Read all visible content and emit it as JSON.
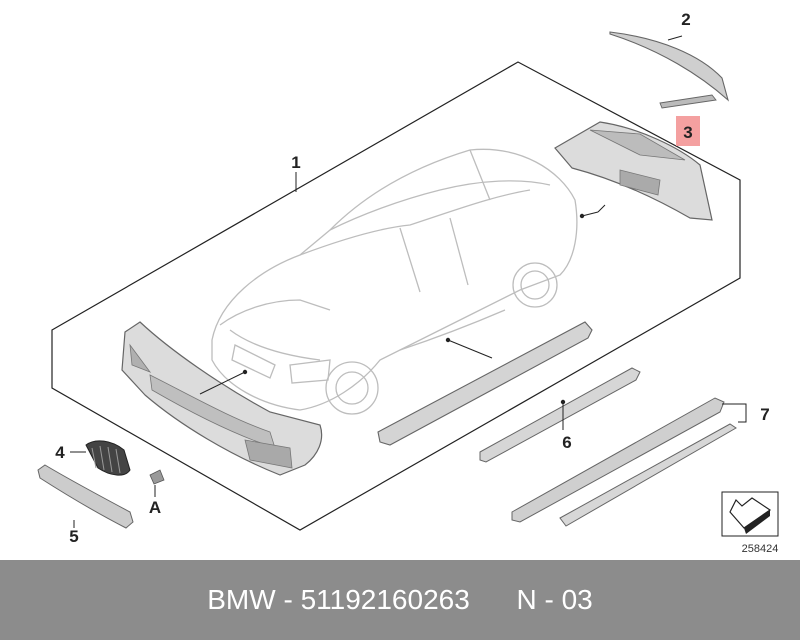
{
  "callouts": {
    "c1": "1",
    "c2": "2",
    "c3": "3",
    "c4": "4",
    "c5": "5",
    "c6": "6",
    "c7": "7",
    "cA": "A"
  },
  "reference_number": "258424",
  "highlight_color": "#f4a0a0",
  "footer": {
    "brand": "BMW",
    "sep1": " - ",
    "part_number": "51192160263",
    "gap": "      ",
    "position": "N - 03"
  }
}
